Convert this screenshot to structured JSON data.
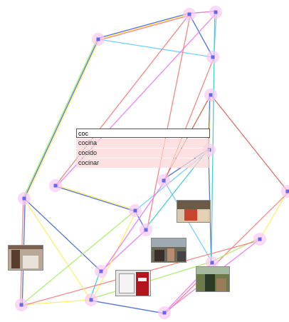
{
  "search": {
    "value": "coc"
  },
  "suggestions": [
    "cocina",
    "cocido",
    "cocinar"
  ],
  "icons": {
    "node": "graph-node-icon",
    "photo": "photo-thumbnail-icon"
  },
  "colors": {
    "node": "#6666ee",
    "node_halo": "#f6c9f2",
    "suggestion_bg": "#fad7d7",
    "edges": [
      "#4466dd",
      "#66ccff",
      "#ffee55",
      "#ff7777",
      "#aaee66",
      "#ee77ee",
      "#33cccc",
      "#dd6666"
    ]
  }
}
